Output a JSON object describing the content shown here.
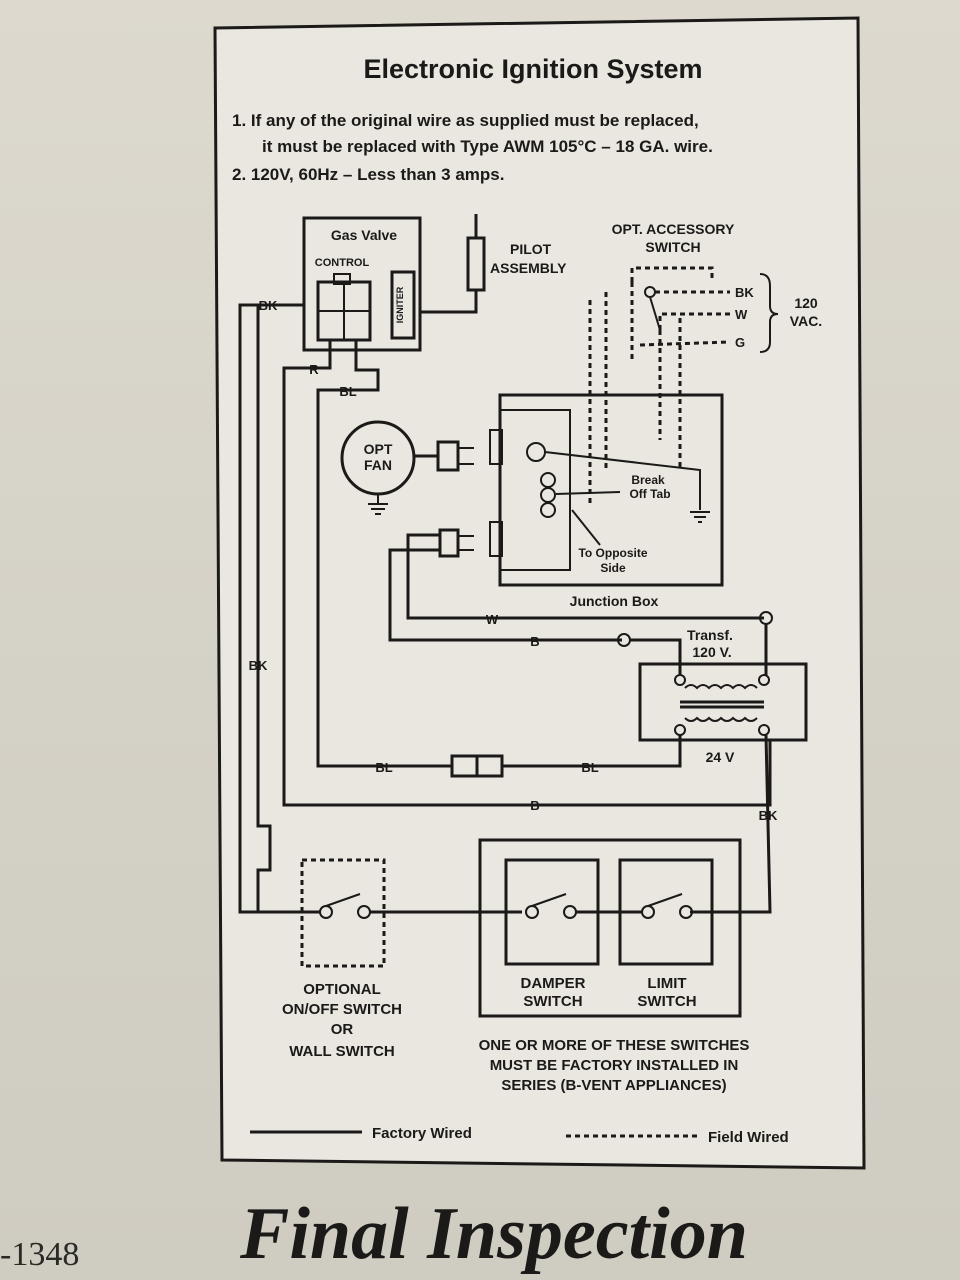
{
  "diagram": {
    "title": "Electronic Ignition System",
    "notes": [
      "1. If any of the original wire as supplied must be replaced,",
      "it must be replaced with Type AWM 105°C – 18 GA. wire.",
      "2. 120V, 60Hz – Less than 3 amps."
    ],
    "components": {
      "gas_valve": "Gas Valve",
      "control": "CONTROL",
      "igniter": "IGNITER",
      "pilot_line1": "PILOT",
      "pilot_line2": "ASSEMBLY",
      "accessory_line1": "OPT. ACCESSORY",
      "accessory_line2": "SWITCH",
      "fan_line1": "OPT",
      "fan_line2": "FAN",
      "junction_box": "Junction Box",
      "break_off_line1": "Break",
      "break_off_line2": "Off Tab",
      "opposite_line1": "To Opposite",
      "opposite_line2": "Side",
      "transformer_line1": "Transf.",
      "transformer_line2": "120 V.",
      "transformer_secondary": "24 V",
      "vac_line1": "120",
      "vac_line2": "VAC.",
      "onoff_line1": "OPTIONAL",
      "onoff_line2": "ON/OFF SWITCH",
      "onoff_line3": "OR",
      "onoff_line4": "WALL SWITCH",
      "damper_line1": "DAMPER",
      "damper_line2": "SWITCH",
      "limit_line1": "LIMIT",
      "limit_line2": "SWITCH",
      "series_line1": "ONE OR MORE OF THESE SWITCHES",
      "series_line2": "MUST BE FACTORY INSTALLED IN",
      "series_line3": "SERIES (B-VENT APPLIANCES)"
    },
    "wire_labels": {
      "bk": "BK",
      "w": "W",
      "g": "G",
      "r": "R",
      "bl": "BL",
      "b": "B"
    },
    "legend": {
      "factory": "Factory Wired",
      "field": "Field Wired"
    }
  },
  "background_text": {
    "section_heading": "Final Inspection",
    "page_number": "-1348"
  }
}
